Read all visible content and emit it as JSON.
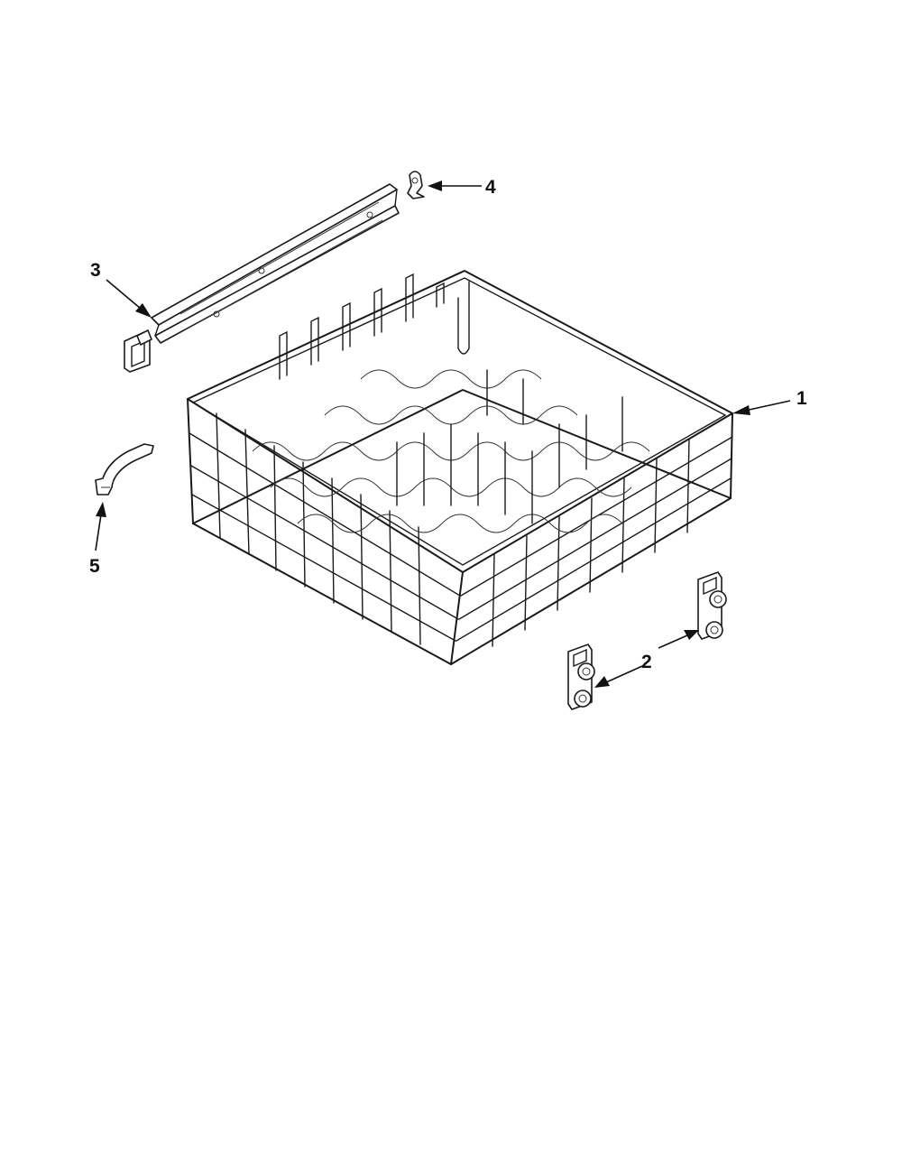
{
  "diagram": {
    "callouts": [
      {
        "id": "1",
        "label": "1"
      },
      {
        "id": "2",
        "label": "2"
      },
      {
        "id": "3",
        "label": "3"
      },
      {
        "id": "4",
        "label": "4"
      },
      {
        "id": "5",
        "label": "5"
      }
    ],
    "parts": [
      {
        "callout": "1",
        "icon": "dish-rack-icon"
      },
      {
        "callout": "2",
        "icon": "rack-roller-assembly-icon"
      },
      {
        "callout": "3",
        "icon": "rack-adjuster-rail-icon"
      },
      {
        "callout": "4",
        "icon": "rail-stop-clip-icon"
      },
      {
        "callout": "5",
        "icon": "rack-handle-bracket-icon"
      }
    ]
  }
}
